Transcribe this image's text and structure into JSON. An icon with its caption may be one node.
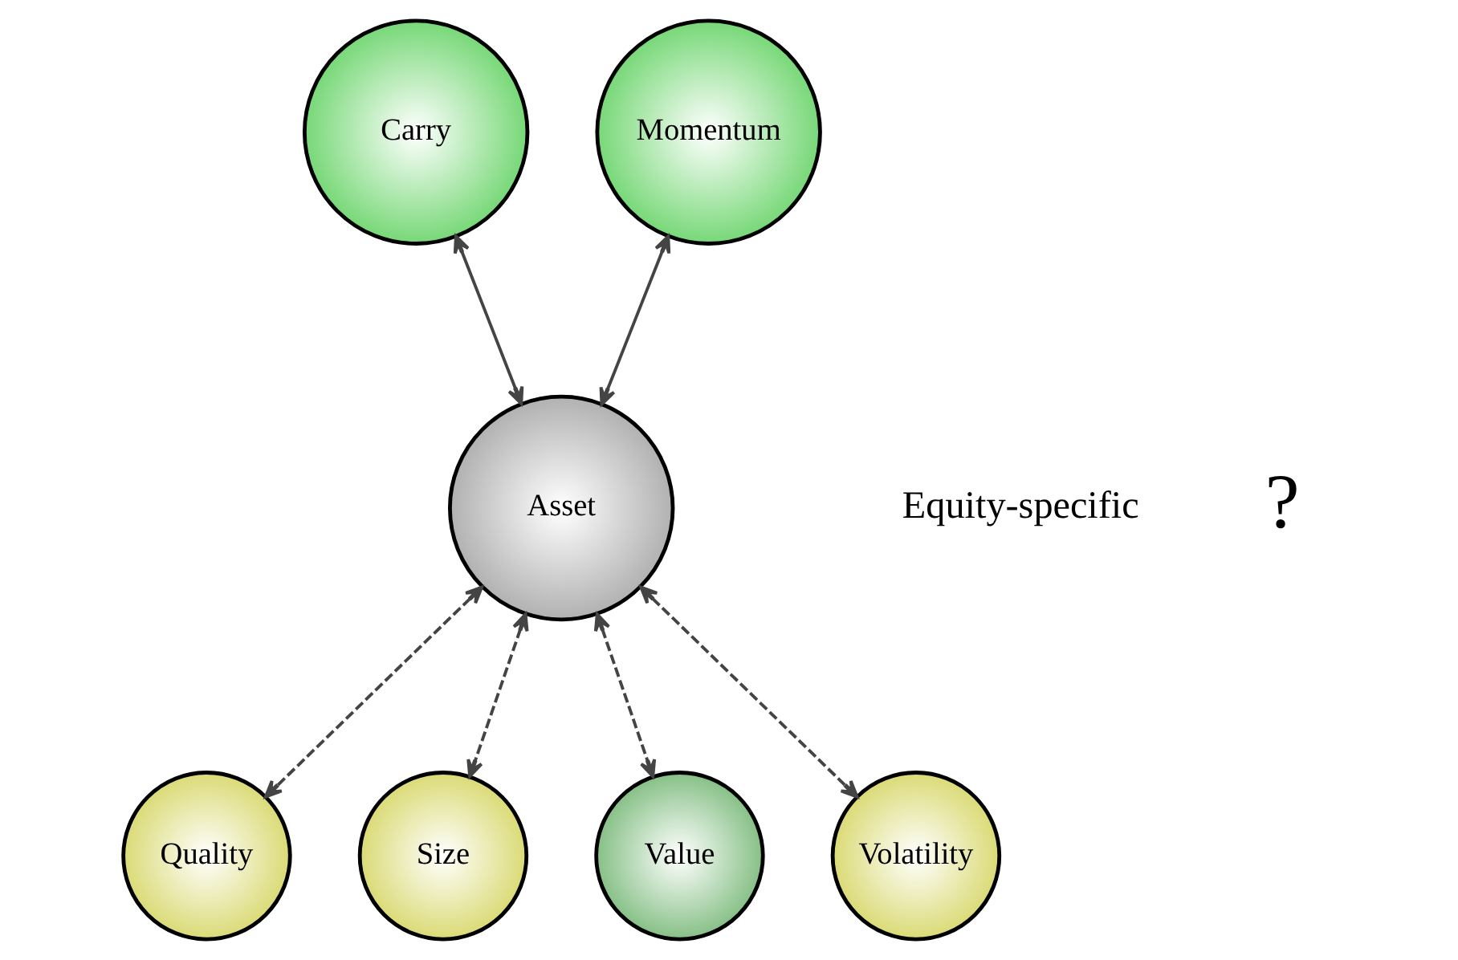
{
  "diagram": {
    "nodes": [
      {
        "text": [
          "Carry"
        ]
      },
      {
        "text": [
          "Momentum"
        ]
      },
      {
        "text": [
          "Asset"
        ]
      },
      {
        "text": [
          "Quality"
        ]
      },
      {
        "text": [
          "Size"
        ]
      },
      {
        "text": [
          "Value"
        ]
      },
      {
        "text": [
          "Volatility"
        ]
      }
    ],
    "edges": [
      {
        "from": 0,
        "to": 2,
        "arrow": "both"
      },
      {
        "from": 1,
        "to": 2,
        "arrow": "both"
      },
      {
        "from": 2,
        "to": 3,
        "arrow": "both",
        "style": "dashed"
      },
      {
        "from": 2,
        "to": 4,
        "arrow": "both",
        "style": "dashed"
      },
      {
        "from": 2,
        "to": 5,
        "arrow": "both",
        "style": "dashed"
      },
      {
        "from": 2,
        "to": 6,
        "arrow": "both",
        "style": "dashed"
      }
    ],
    "labels": [
      "Equity-specific",
      "?"
    ]
  }
}
